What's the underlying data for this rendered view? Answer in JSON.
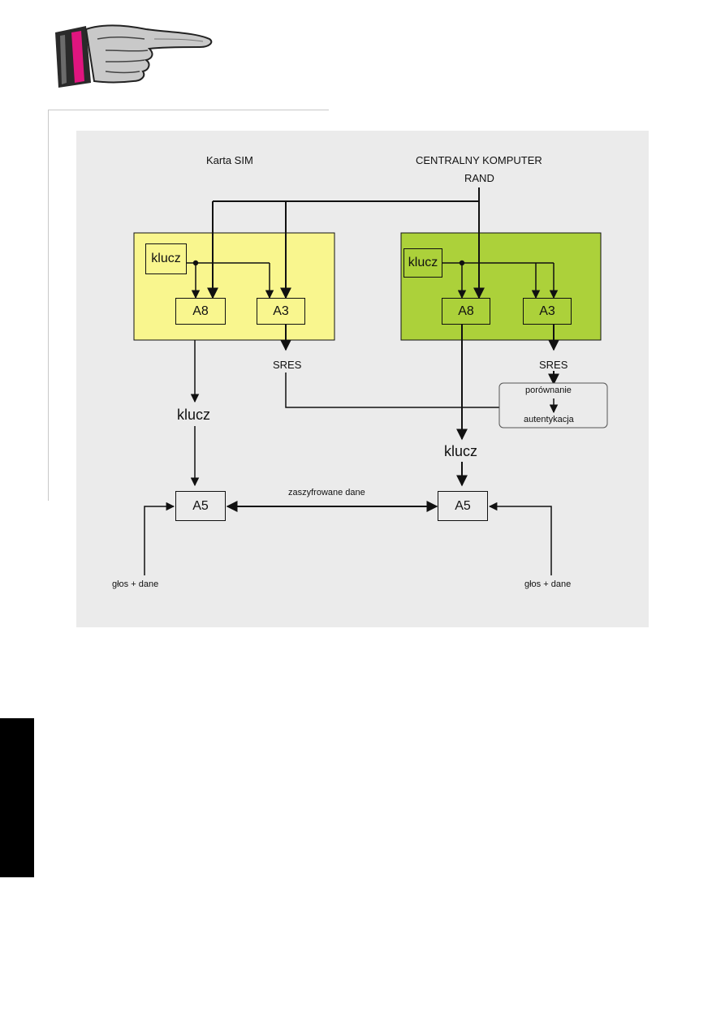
{
  "diagram": {
    "sim_title": "Karta SIM",
    "central_title": "CENTRALNY KOMPUTER",
    "rand": "RAND",
    "sim": {
      "key": "klucz",
      "a8": "A8",
      "a3": "A3",
      "sres": "SRES",
      "key_out": "klucz",
      "a5": "A5"
    },
    "central": {
      "key": "klucz",
      "a8": "A8",
      "a3": "A3",
      "sres": "SRES",
      "key_out": "klucz",
      "a5": "A5"
    },
    "compare": "porównanie",
    "auth": "autentykacja",
    "link": "zaszyfrowane dane",
    "input_left": "głos + dane",
    "input_right": "głos + dane"
  },
  "colors": {
    "sim_block": "#f9f68e",
    "central_block": "#acd13a",
    "diagram_bg": "#ebebeb",
    "hand_cuff": "#e0157f"
  },
  "icons": {
    "header": "pointing-hand-icon"
  }
}
